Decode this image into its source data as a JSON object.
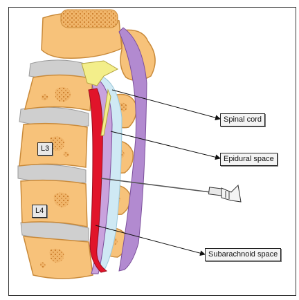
{
  "labels": {
    "spinal_cord": "Spinal cord",
    "epidural_space": "Epidural space",
    "subarachnoid_space": "Subarachnoid space"
  },
  "vertebrae": {
    "l3": "L3",
    "l4": "L4"
  },
  "colors": {
    "bone": "#f7c27a",
    "bone_dark": "#d88a2c",
    "disc": "#c9c9c9",
    "cord": "#e1142a",
    "dura": "#c9a2dd",
    "csf": "#cfe9f4",
    "ligament": "#f3ee8a"
  }
}
